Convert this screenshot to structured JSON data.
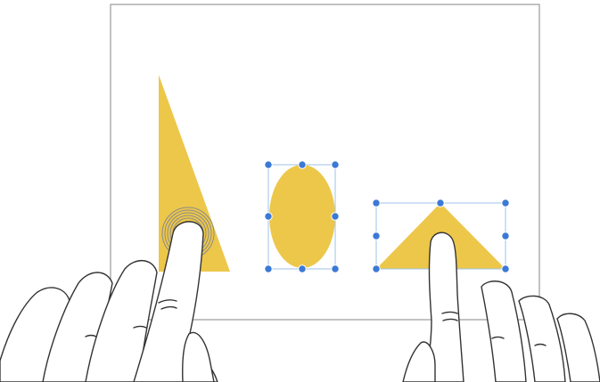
{
  "scene": {
    "description_hidden": "",
    "canvas": {
      "border_color": "#9a9a9a",
      "background": "#ffffff"
    },
    "shape_fill": "#EDC74A",
    "selection": {
      "line_color": "#9cc3ea",
      "handle_color": "#3b79d6"
    },
    "shapes": [
      {
        "id": "tall-triangle",
        "kind": "triangle",
        "selected": false,
        "touched": true
      },
      {
        "id": "oval",
        "kind": "ellipse",
        "selected": true
      },
      {
        "id": "wide-triangle",
        "kind": "triangle",
        "selected": true,
        "touched": true
      }
    ],
    "gestures": {
      "left_hand": "touch-and-hold",
      "right_hand": "tap"
    },
    "touch_ripple_color": "#8a8a8a",
    "hand_stroke_color": "#333333"
  }
}
